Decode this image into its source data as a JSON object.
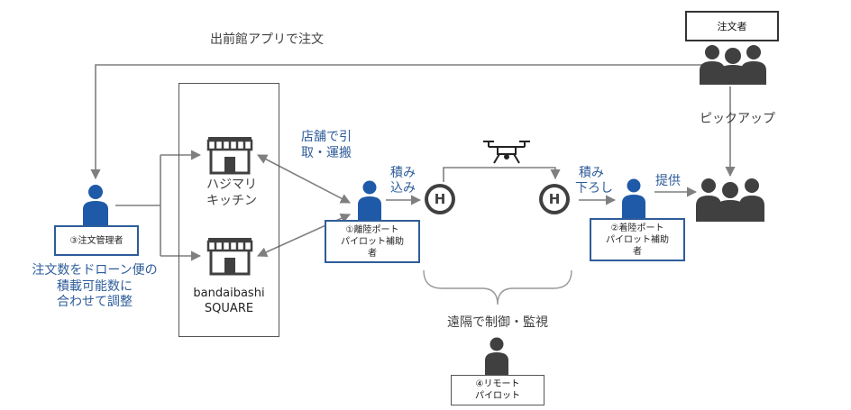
{
  "order_app_label": "出前館アプリで注文",
  "orderer_label": "注文者",
  "pickup_label": "ピックアップ",
  "provide_label": "提供",
  "shops": [
    {
      "line1": "ハジマリ",
      "line2": "キッチン"
    },
    {
      "line1": "bandaibashi",
      "line2": "SQUARE"
    }
  ],
  "store_pickup_label": {
    "line1": "店舗で引",
    "line2": "取・運搬"
  },
  "load_label": {
    "line1": "積み",
    "line2": "込み"
  },
  "unload_label": {
    "line1": "積み",
    "line2": "下ろし"
  },
  "order_manager": {
    "box_label": "③注文管理者",
    "note": [
      "注文数をドローン便の",
      "積載可能数に",
      "合わせて調整"
    ]
  },
  "takeoff_pilot": {
    "lines": [
      "①離陸ポート",
      "パイロット補助",
      "者"
    ]
  },
  "landing_pilot": {
    "lines": [
      "②着陸ポート",
      "パイロット補助",
      "者"
    ]
  },
  "remote_label": "遠隔で制御・監視",
  "remote_pilot": {
    "lines": [
      "④リモート",
      "パイロット"
    ]
  },
  "helipad_letter": "H",
  "colors": {
    "accent_blue": "#1f5aa8",
    "dark_gray": "#404040",
    "line_gray": "#7f7f7f"
  }
}
